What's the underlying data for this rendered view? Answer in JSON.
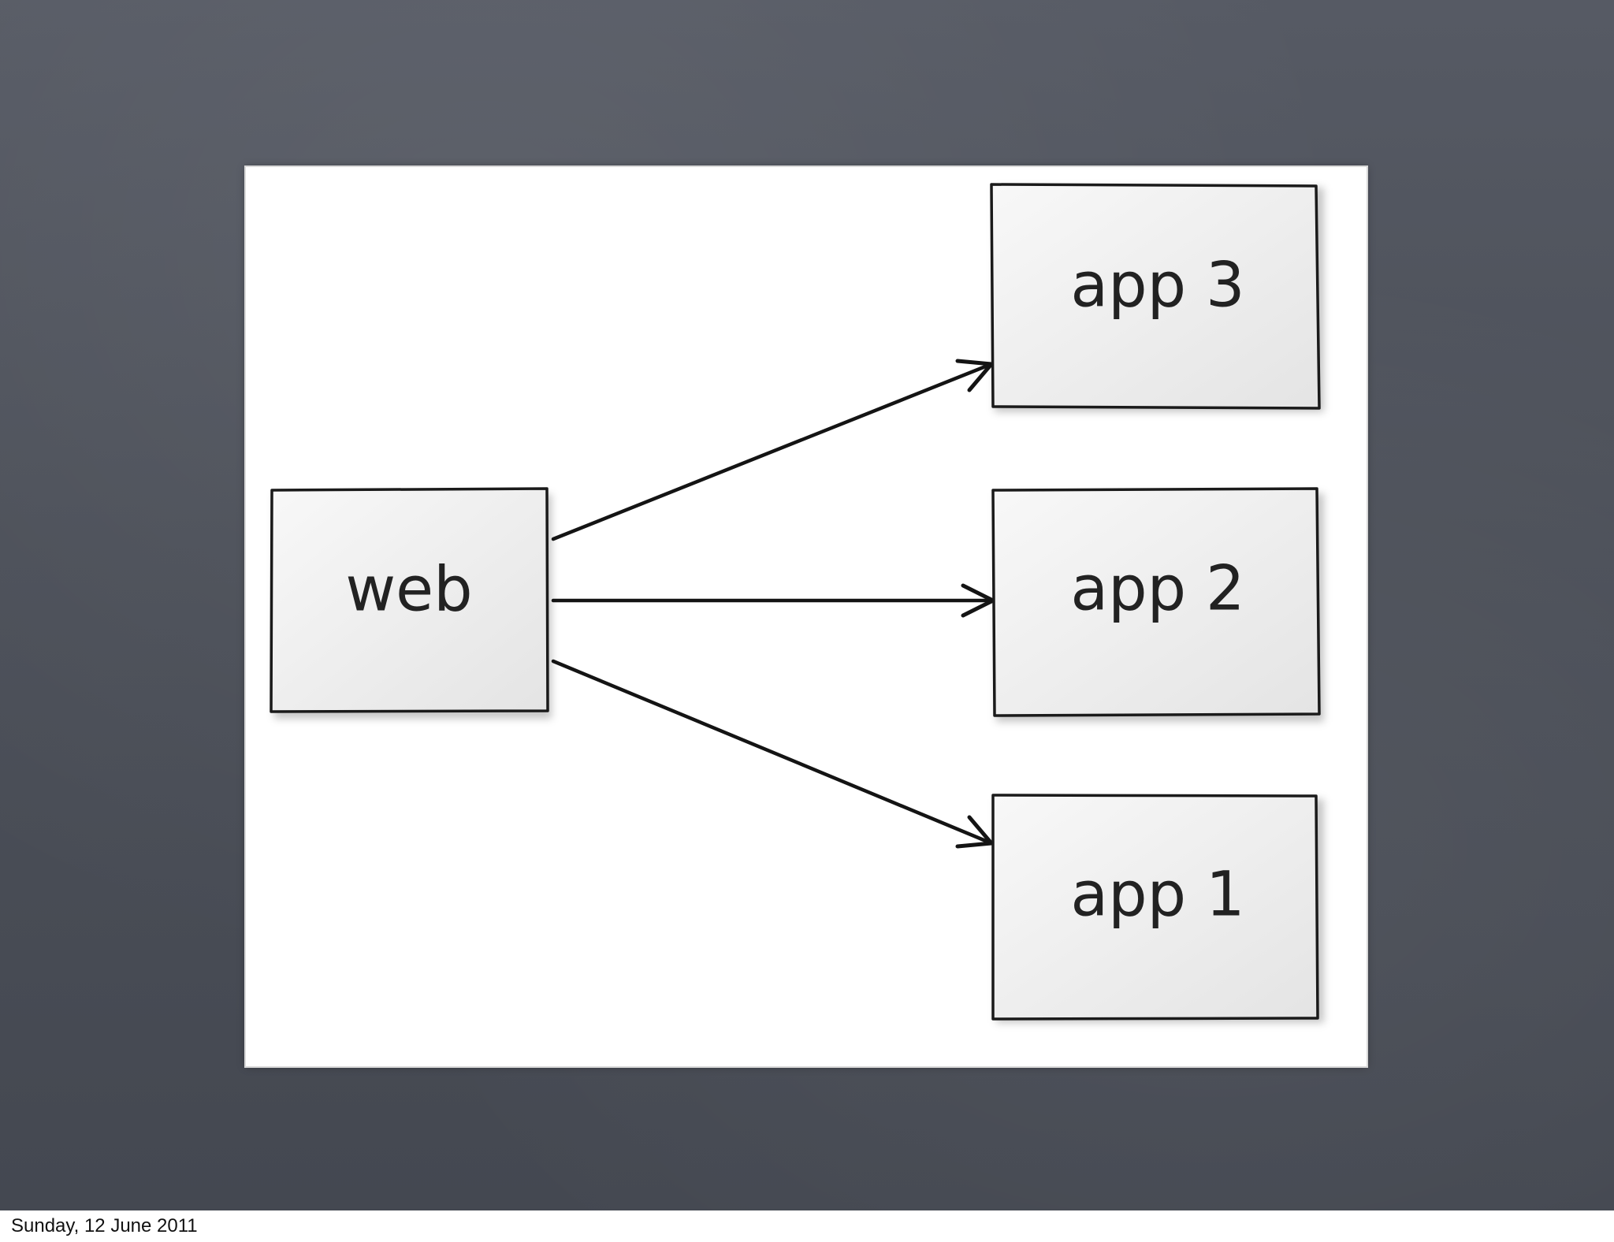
{
  "diagram": {
    "nodes": {
      "web": "web",
      "app3": "app 3",
      "app2": "app 2",
      "app1": "app 1"
    },
    "edges": [
      {
        "from": "web",
        "to": "app 3"
      },
      {
        "from": "web",
        "to": "app 2"
      },
      {
        "from": "web",
        "to": "app 1"
      }
    ]
  },
  "footer": {
    "date": "Sunday, 12 June 2011"
  },
  "colors": {
    "slide_background": "#4c5059",
    "card_background": "#ffffff",
    "box_fill": "#ececec",
    "stroke": "#1a1a1a"
  }
}
